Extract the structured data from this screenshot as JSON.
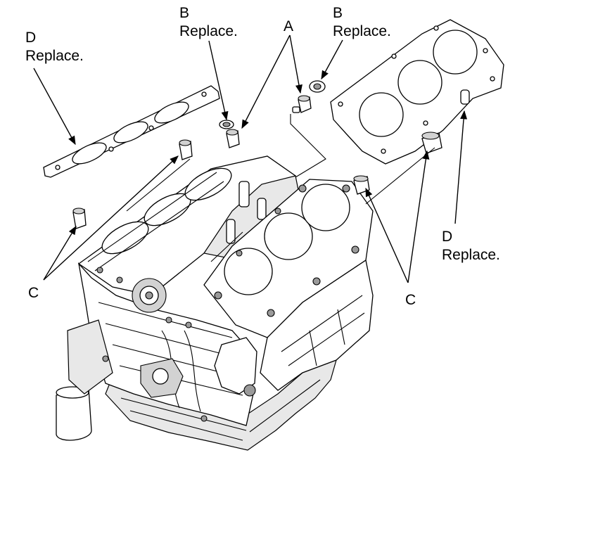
{
  "labels": {
    "d_left_letter": "D",
    "d_left_text": "Replace.",
    "b_left_letter": "B",
    "b_left_text": "Replace.",
    "a_letter": "A",
    "b_right_letter": "B",
    "b_right_text": "Replace.",
    "d_right_letter": "D",
    "d_right_text": "Replace.",
    "c_left_letter": "C",
    "c_right_letter": "C"
  }
}
